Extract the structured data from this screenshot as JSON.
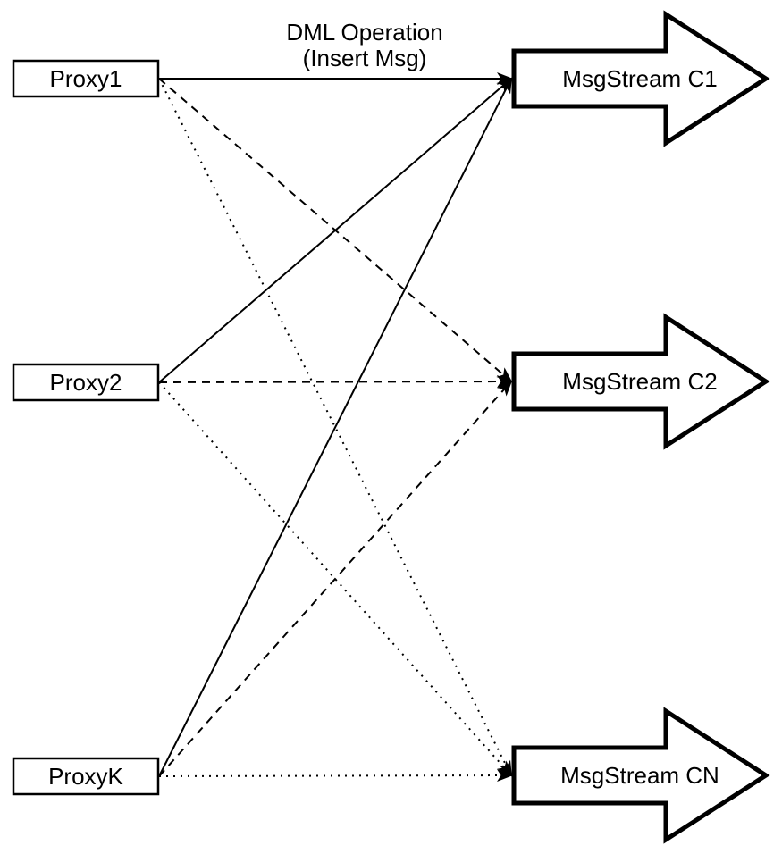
{
  "title": {
    "line1": "DML Operation",
    "line2": "(Insert Msg)"
  },
  "proxies": [
    {
      "id": "proxy1",
      "label": "Proxy1"
    },
    {
      "id": "proxy2",
      "label": "Proxy2"
    },
    {
      "id": "proxyk",
      "label": "ProxyK"
    }
  ],
  "streams": [
    {
      "id": "c1",
      "label": "MsgStream C1"
    },
    {
      "id": "c2",
      "label": "MsgStream C2"
    },
    {
      "id": "cn",
      "label": "MsgStream CN"
    }
  ],
  "edges": [
    {
      "from": "proxy1",
      "to": "c1",
      "style": "solid"
    },
    {
      "from": "proxy1",
      "to": "c2",
      "style": "dashed"
    },
    {
      "from": "proxy1",
      "to": "cn",
      "style": "dotted"
    },
    {
      "from": "proxy2",
      "to": "c1",
      "style": "solid"
    },
    {
      "from": "proxy2",
      "to": "c2",
      "style": "dashed"
    },
    {
      "from": "proxy2",
      "to": "cn",
      "style": "dotted"
    },
    {
      "from": "proxyk",
      "to": "c1",
      "style": "solid"
    },
    {
      "from": "proxyk",
      "to": "c2",
      "style": "dashed"
    },
    {
      "from": "proxyk",
      "to": "cn",
      "style": "dotted"
    }
  ],
  "colors": {
    "line": "#000000",
    "fill": "#ffffff",
    "background": "#ffffff"
  }
}
